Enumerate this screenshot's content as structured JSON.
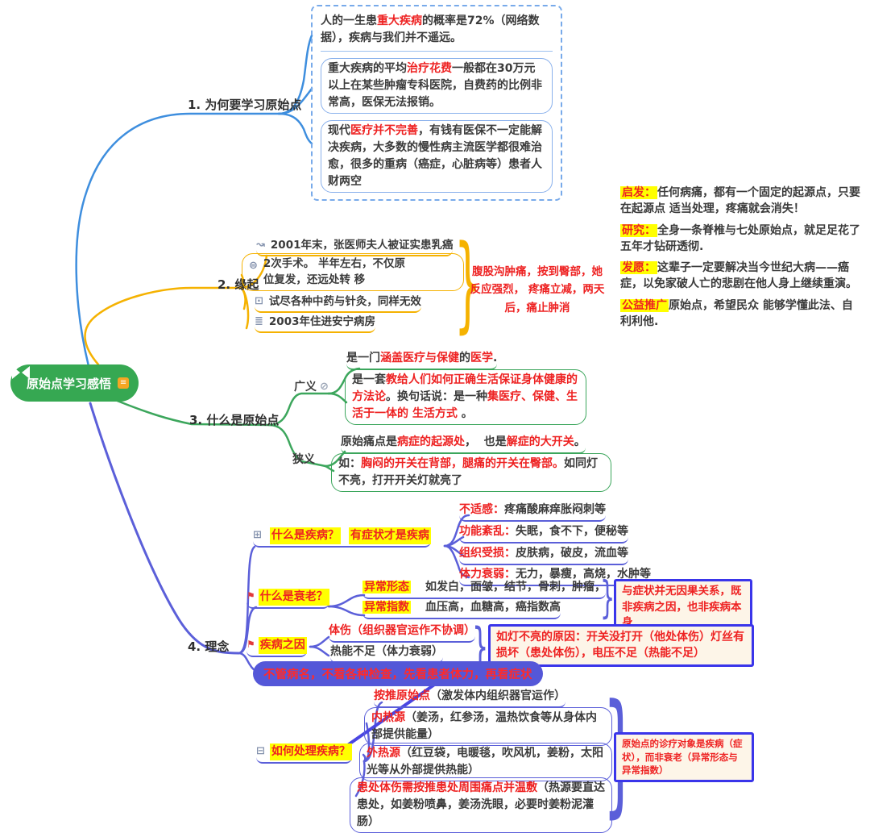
{
  "center": {
    "title": "原始点学习感悟"
  },
  "icons": {
    "squiggle": "↝",
    "comment": "⊜",
    "panel": "⊡",
    "list": "≣",
    "grid": "⊞",
    "flag": "⚑",
    "org": "⊟",
    "attachment": "⊘",
    "note": "≡",
    "brace": "}"
  },
  "colors": {
    "branch1_blue": "#3e8ede",
    "branch2_yellow": "#f5b201",
    "branch3_green": "#3ca65c",
    "branch4_purple": "#5b5fd9",
    "center_green": "#36a852",
    "red_text": "#ee2222",
    "highlight_yellow": "#ffff00",
    "callout_border": "#3a35ea"
  },
  "branch1": {
    "label": "1. 为何要学习原始点",
    "items": [
      {
        "pre": "人的一生患",
        "red": "重大疾病",
        "post": "的概率是72%（网络数据），疾病与我们并不遥远。"
      },
      {
        "pre": "重大疾病的平均",
        "red": "治疗花费",
        "post": "一般都在30万元以上在某些肿瘤专科医院，自费药的比例非常高，医保无法报销。"
      },
      {
        "pre": "现代",
        "red": "医疗并不完善",
        "post": "，有钱有医保不一定能解决疾病，大多数的慢性病主流医学都很难治愈，很多的重病（癌症，心脏病等）患者人财两空"
      }
    ]
  },
  "branch2": {
    "label": "2. 缘起",
    "items": [
      {
        "text": "2001年末，张医师夫人被证实患乳癌"
      },
      {
        "text": "2次手术。 半年左右，不仅原位复发，还远处转 移"
      },
      {
        "text": "试尽各种中药与针灸，同样无效"
      },
      {
        "text": "2003年住进安宁病房"
      }
    ],
    "summary": "腹股沟肿痛，按到臀部，她反应强烈， 疼痛立减，两天后，痛止肿消"
  },
  "insights": {
    "paras": [
      {
        "label": "启发：",
        "text": "任何病痛，都有一个固定的起源点，只要在起源点 适当处理，疼痛就会消失！"
      },
      {
        "label": "研究：",
        "text": "全身一条脊椎与七处原始点，就足足花了五年才钻研透彻."
      },
      {
        "label": "发愿：",
        "text": "这辈子一定要解决当今世纪大病——癌症，以免家破人亡的悲剧在他人身上继续重演。"
      },
      {
        "label": "公益推广",
        "text": "原始点，希望民众 能够学懂此法、自利利他."
      }
    ]
  },
  "branch3": {
    "label": "3. 什么是原始点",
    "guangyi": {
      "label": "广义",
      "item1": {
        "s1": "是一门",
        "s2": "涵盖医疗与保健",
        "s3": "的",
        "s4": "医学",
        "s5": "."
      },
      "item2": {
        "s1": "是一套",
        "s2": "教给人们如何正确生活保证身体健康的方法论",
        "s3": "。换句话说：是一种",
        "s4": "集医疗、保健、生活于一体的 生活方式",
        "s5": " 。"
      }
    },
    "xiayi": {
      "label": "狭义",
      "item1": {
        "s1": "原始痛点是",
        "s2": "病症的起源处",
        "s3": "，  也是",
        "s4": "解症的大开关",
        "s5": "。"
      },
      "item2": {
        "s1": "如：",
        "s2": "胸闷的开关在背部，腿痛的开关在臀部。",
        "s3": "如同灯不亮，打开开关灯就亮了"
      }
    }
  },
  "branch4": {
    "label": "4. 理念",
    "disease": {
      "label": "什么是疾病？",
      "note": "有症状才是疾病",
      "items": [
        {
          "label": "不适感：",
          "text": "疼痛酸麻痒胀闷刺等"
        },
        {
          "label": "功能紊乱：",
          "text": "失眠，食不下，便秘等"
        },
        {
          "label": "组织受损：",
          "text": "皮肤病，破皮，流血等"
        },
        {
          "label": "体力衰弱：",
          "text": "无力，暴瘦，高烧，水肿等"
        }
      ]
    },
    "aging": {
      "label": "什么是衰老？",
      "items": [
        {
          "label": "异常形态",
          "text": "如发白，面皱，结节，骨刺，肿瘤，"
        },
        {
          "label": "异常指数",
          "text": "血压高，血糖高，癌指数高"
        }
      ],
      "callout": "与症状并无因果关系，既非疾病之因，也非疾病本身"
    },
    "cause": {
      "label": "疾病之因",
      "item1": "体伤（组织器官运作不协调）",
      "item2": "热能不足（体力衰弱）",
      "callout": "如灯不亮的原因：开关没打开（他处体伤）灯丝有损坏（患处体伤），电压不足（热能不足）"
    },
    "principle": "不管病名，不看各种检查，先看患者体力，再看症状",
    "treatment": {
      "label": "如何处理疾病？",
      "items": [
        {
          "red": "按推原始点",
          "black": "（激发体内组织器官运作）"
        },
        {
          "red": "内热源",
          "black": "（姜汤，红参汤，温热饮食等从身体内部提供能量）"
        },
        {
          "red": "外热源",
          "black": "（红豆袋，电暖毯，吹风机，姜粉，太阳光等从外部提供热能）"
        },
        {
          "red": "患处体伤需按推患处周围痛点并温敷",
          "black": "（热源要直达患处，如姜粉喷鼻，姜汤洗眼，必要时姜粉泥灌肠）"
        }
      ],
      "callout": "原始点的诊疗对象是疾病（症状），而非衰老（异常形态与异常指数）"
    }
  }
}
